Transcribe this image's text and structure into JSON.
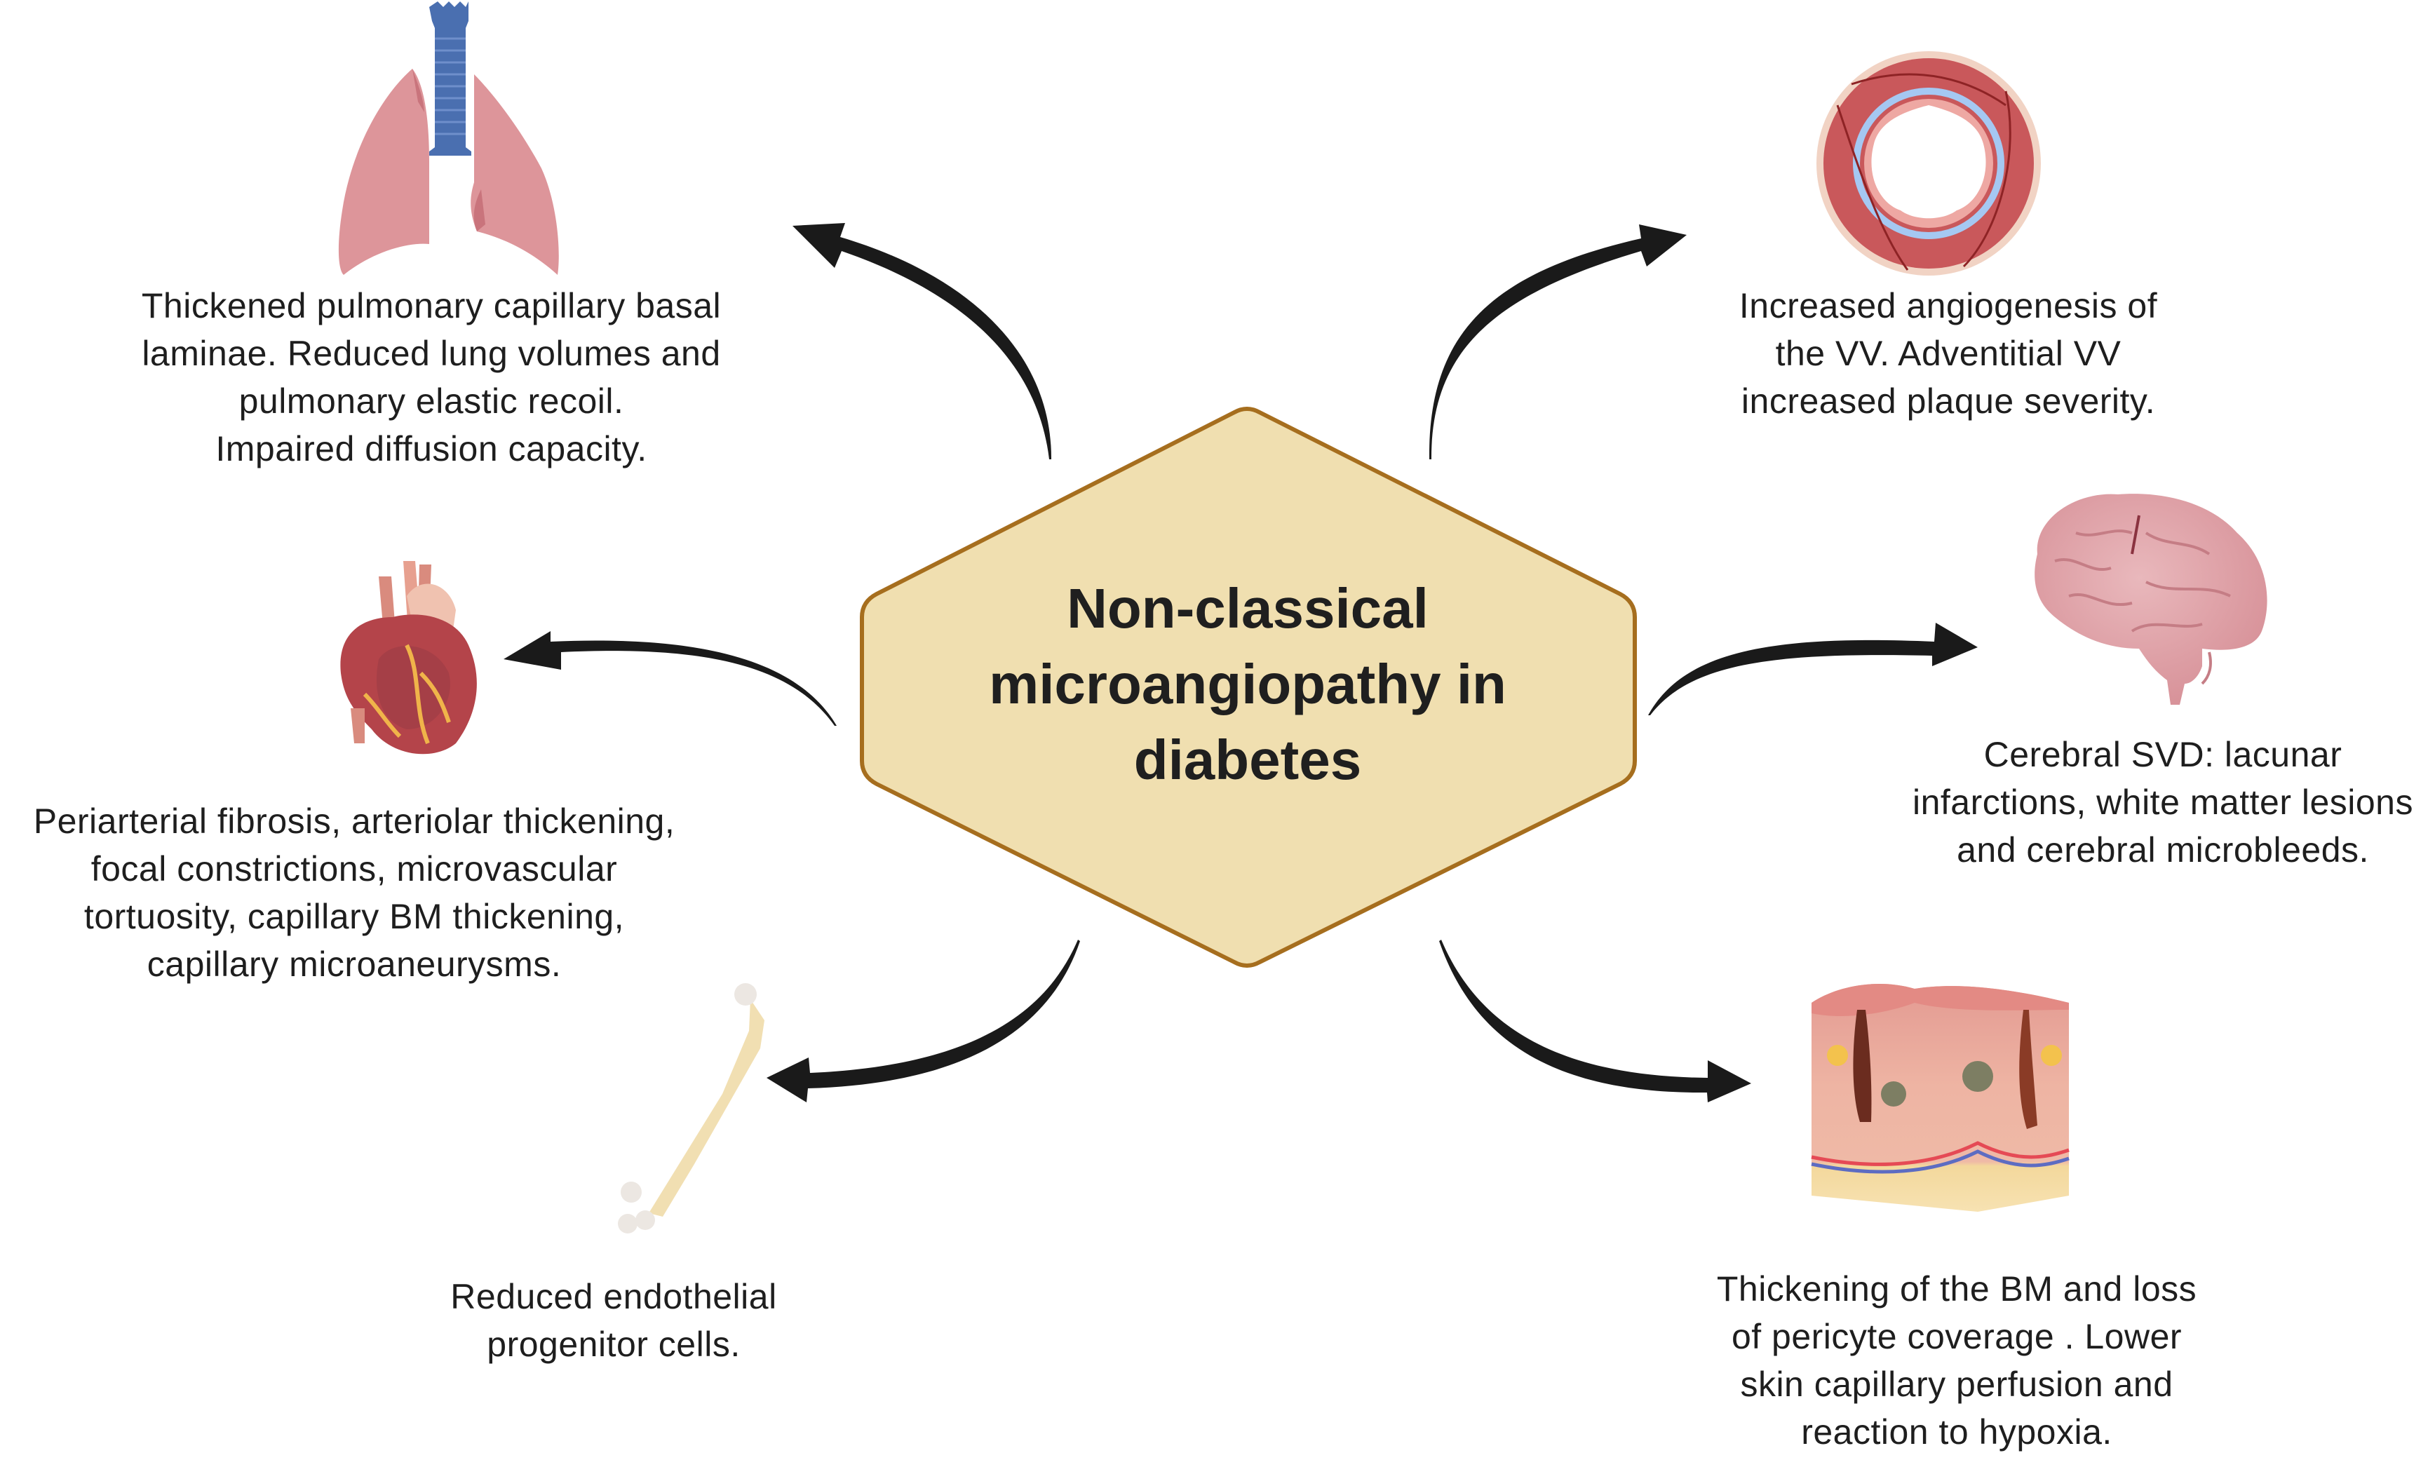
{
  "central_node": {
    "title": "Non-classical\nmicroangiopathy in\ndiabetes",
    "fill_color": "#F0DFB0",
    "border_color": "#A66E1E"
  },
  "arrow_color": "#1a1a1a",
  "organs": [
    {
      "id": "lungs",
      "icon": "lungs-icon",
      "caption": "Thickened pulmonary capillary basal\nlaminae. Reduced lung volumes and\npulmonary elastic recoil.\nImpaired diffusion capacity."
    },
    {
      "id": "vasa-vasorum",
      "icon": "blood-vessel-icon",
      "caption": "Increased angiogenesis of\nthe VV.  Adventitial VV\nincreased plaque severity."
    },
    {
      "id": "heart",
      "icon": "heart-icon",
      "caption": "Periarterial fibrosis, arteriolar thickening,\nfocal constrictions, microvascular\ntortuosity, capillary BM thickening,\ncapillary microaneurysms."
    },
    {
      "id": "brain",
      "icon": "brain-icon",
      "caption": "Cerebral SVD: lacunar\ninfarctions, white matter lesions\nand cerebral microbleeds."
    },
    {
      "id": "bone",
      "icon": "bone-icon",
      "caption": "Reduced endothelial\nprogenitor cells."
    },
    {
      "id": "skin",
      "icon": "skin-icon",
      "caption": "Thickening of the BM and loss\nof pericyte coverage . Lower\nskin capillary perfusion and\nreaction to hypoxia."
    }
  ]
}
